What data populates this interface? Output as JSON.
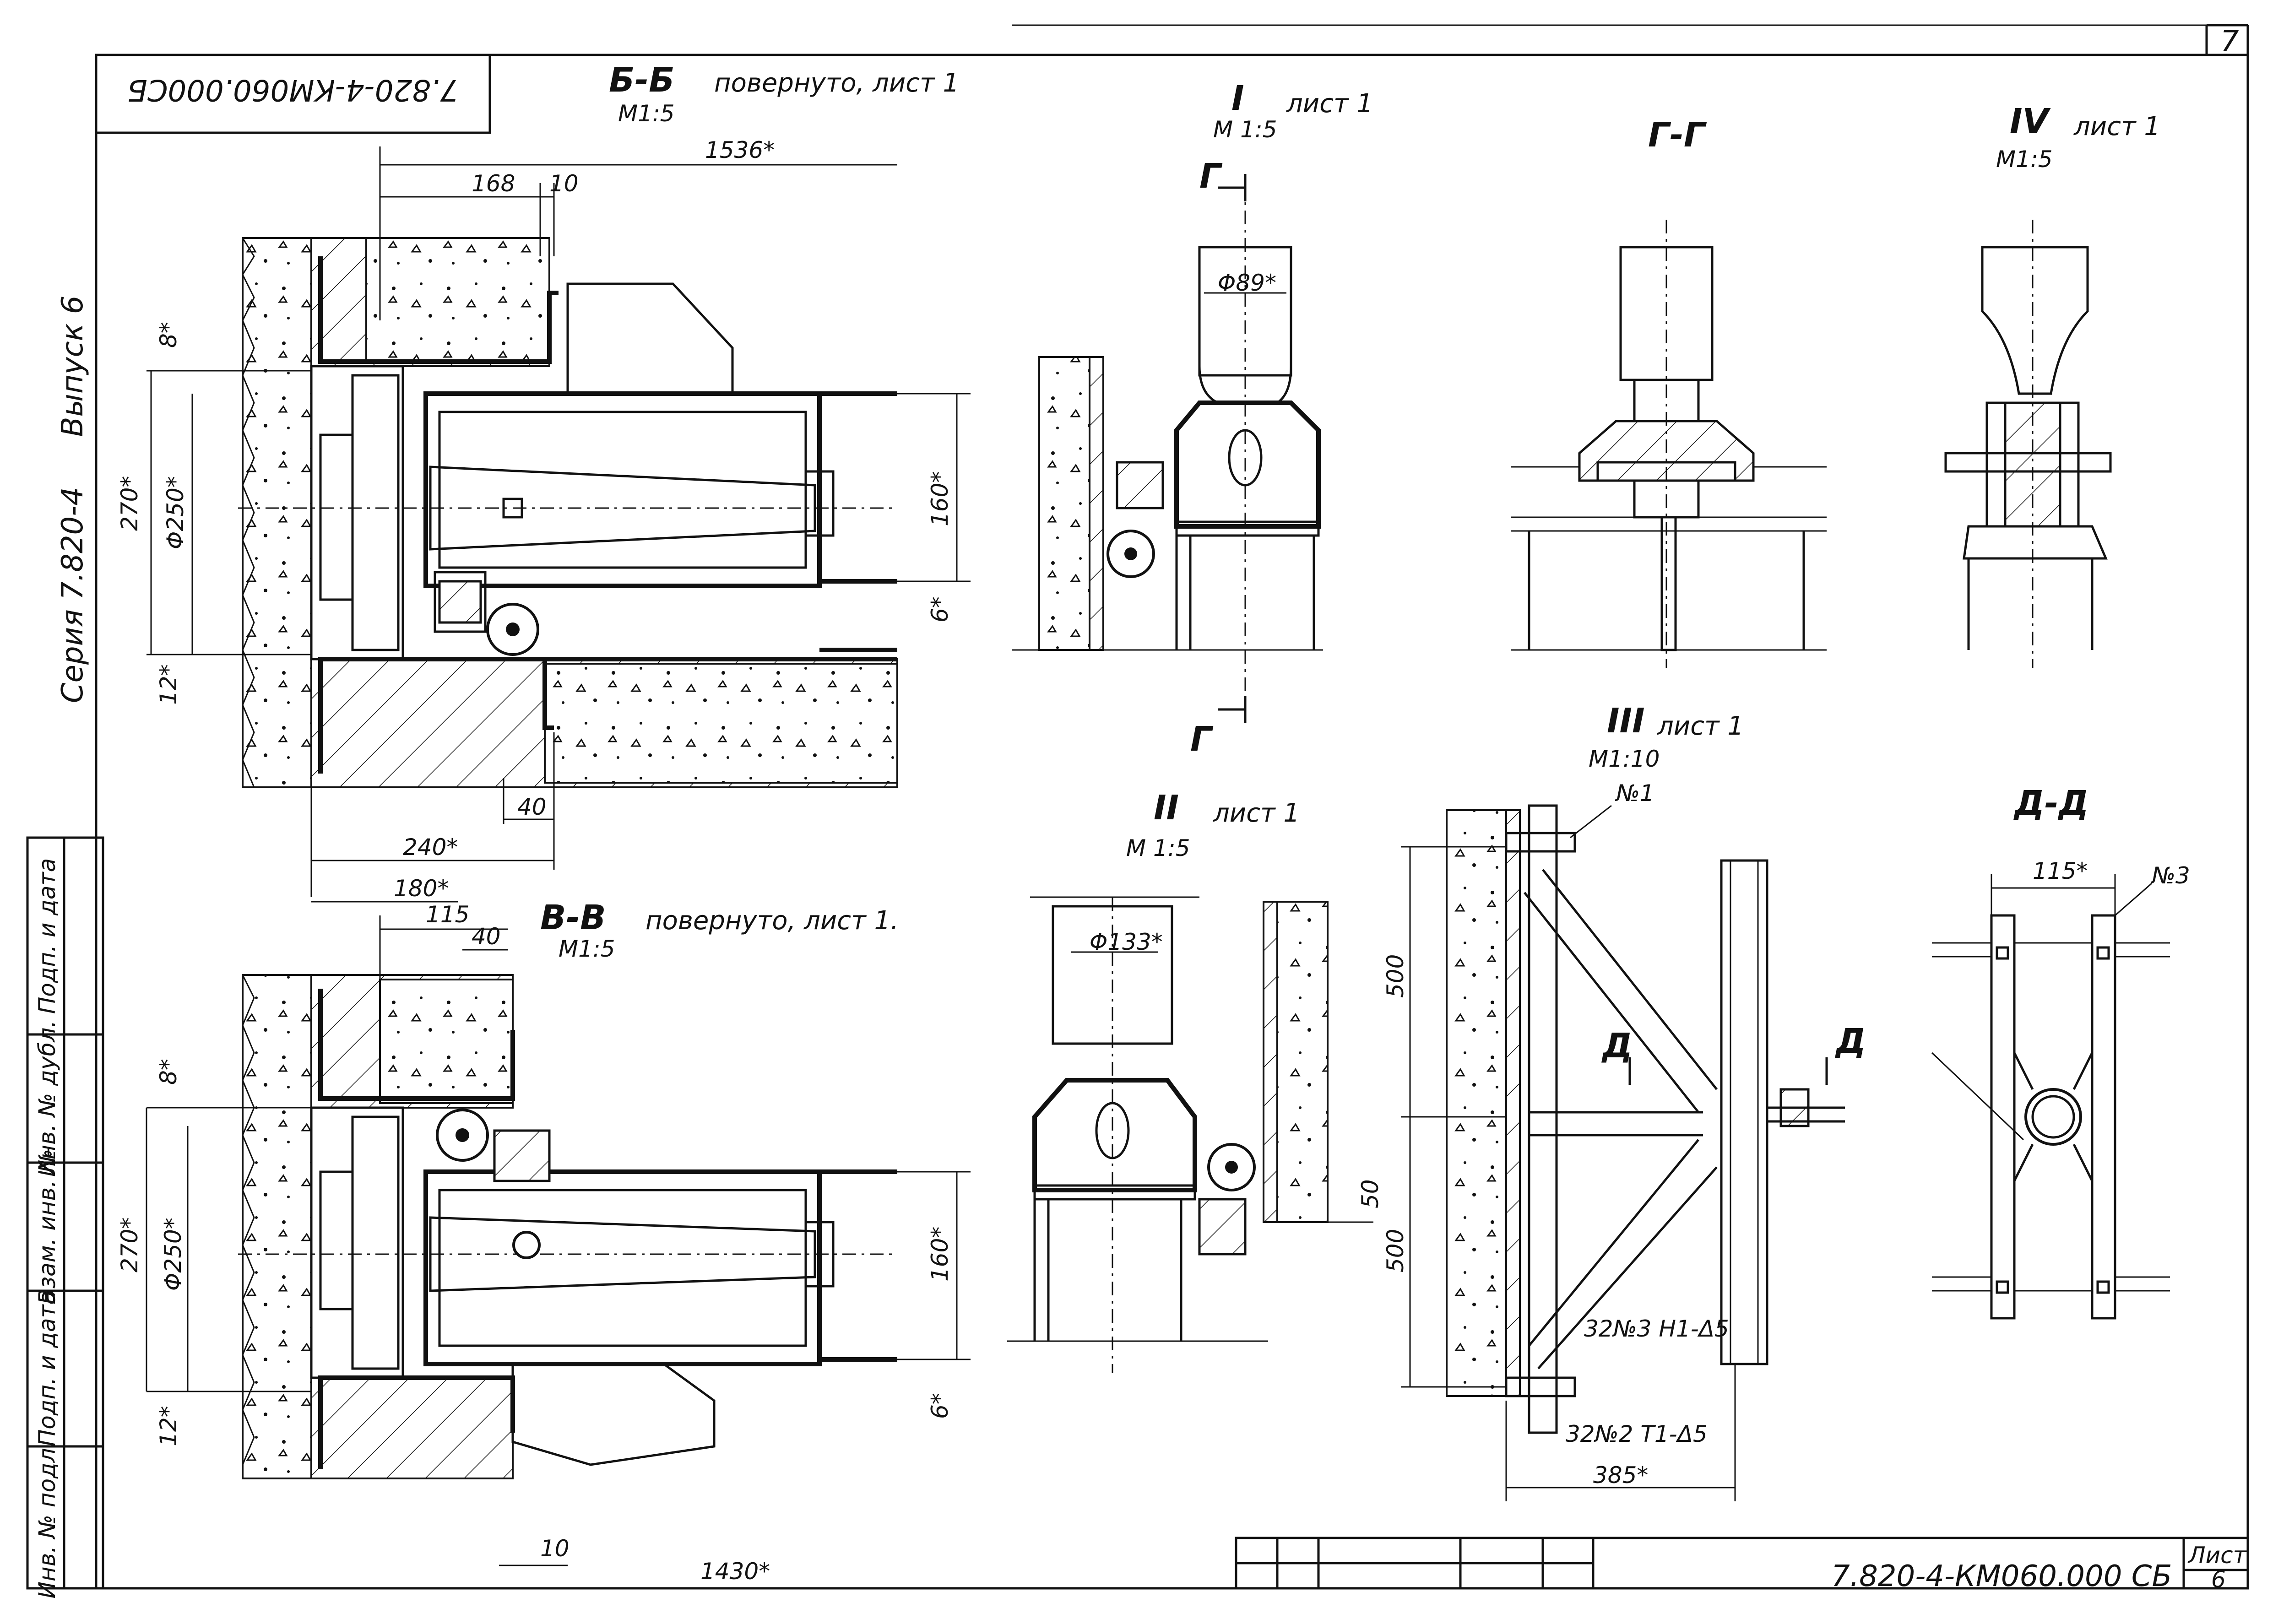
{
  "sheet": {
    "sheet_number": "7",
    "code_rotated": "7.820-4-КМ060.000СБ",
    "code_bottom": "7.820-4-КМ060.000 СБ",
    "series_label": "Серия 7.820-4",
    "issue_label": "Выпуск 6",
    "list_label": "Лист",
    "list_value": "6"
  },
  "side_stamp": {
    "cells": [
      "Инв. № подл.",
      "Подп. и дата",
      "Взам. инв. №",
      "Инв. № дубл.",
      "Подп. и дата"
    ]
  },
  "views": {
    "bb": {
      "title": "Б-Б",
      "note": "повернуто, лист 1",
      "scale": "М1:5"
    },
    "vv": {
      "title": "В-В",
      "note": "повернуто, лист 1.",
      "scale": "М1:5"
    },
    "v1": {
      "title": "I",
      "note": "лист 1",
      "scale": "М 1:5"
    },
    "v2": {
      "title": "II",
      "note": "лист 1",
      "scale": "М 1:5"
    },
    "v3": {
      "title": "III",
      "note": "лист 1",
      "scale": "М1:10"
    },
    "v4": {
      "title": "IV",
      "note": "лист 1",
      "scale": "М1:5"
    },
    "gg": {
      "title": "Г-Г"
    },
    "dd": {
      "title": "Д-Д"
    }
  },
  "dims": {
    "bb_1536": "1536*",
    "bb_168": "168",
    "bb_10": "10",
    "bb_8": "8*",
    "bb_270": "270*",
    "bb_250": "Φ250*",
    "bb_12": "12*",
    "bb_160": "160*",
    "bb_6": "6*",
    "bb_240": "240*",
    "bb_40": "40",
    "bb_180": "180*",
    "vv_115": "115",
    "vv_40": "40",
    "vv_8": "8*",
    "vv_270": "270*",
    "vv_250": "Φ250*",
    "vv_12": "12*",
    "vv_160": "160*",
    "vv_6": "6*",
    "vv_10": "10",
    "vv_1430": "1430*",
    "v1_89": "Φ89*",
    "v2_133": "Φ133*",
    "v2_50": "50",
    "v3_500a": "500",
    "v3_500b": "500",
    "v3_385": "385*",
    "v3_n1": "№1",
    "v3_w1": "32№3  Н1-Δ5",
    "v3_w2": "32№2  Т1-Δ5",
    "dd_115": "115*",
    "dd_n3": "№3"
  },
  "markers": {
    "g": "Г",
    "d": "Д"
  }
}
